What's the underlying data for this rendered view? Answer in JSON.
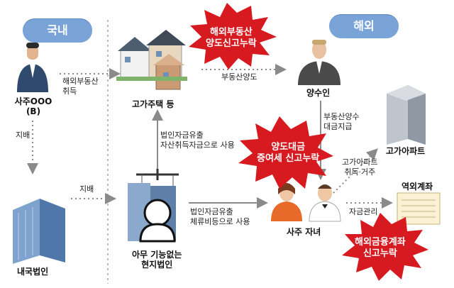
{
  "regions": {
    "domestic": "국내",
    "overseas": "해외"
  },
  "nodes": {
    "owner": "사주OOO\n(B)",
    "house": "고가주택 등",
    "buyer": "양수인",
    "domestic_corp": "내국법인",
    "foreign_corp": "아무 기능없는\n현지법인",
    "children": "사주 자녀",
    "apartment": "고가아파트",
    "account": "역외계좌"
  },
  "edges": {
    "owner_house": "해외부동산\n취득",
    "house_buyer": "부동산양도",
    "owner_corp": "지배",
    "corp_foreign": "지배",
    "foreign_house": "법인자금유출\n자산취득자금으로 사용",
    "foreign_children": "법인자금유출\n체류비등으로 사용",
    "buyer_children": "부동산양수\n대금지급",
    "children_apt": "고가아파트\n취득·거주",
    "children_account": "자금관리"
  },
  "alerts": {
    "a1": "해외부동산\n양도신고누락",
    "a2": "양도대금\n증여세 신고누락",
    "a3": "해외금융계좌\n신고누락"
  },
  "colors": {
    "accent_blue": "#7aa3d8",
    "alert_red": "#d71920",
    "arrow_gray": "#8a8a8a"
  }
}
